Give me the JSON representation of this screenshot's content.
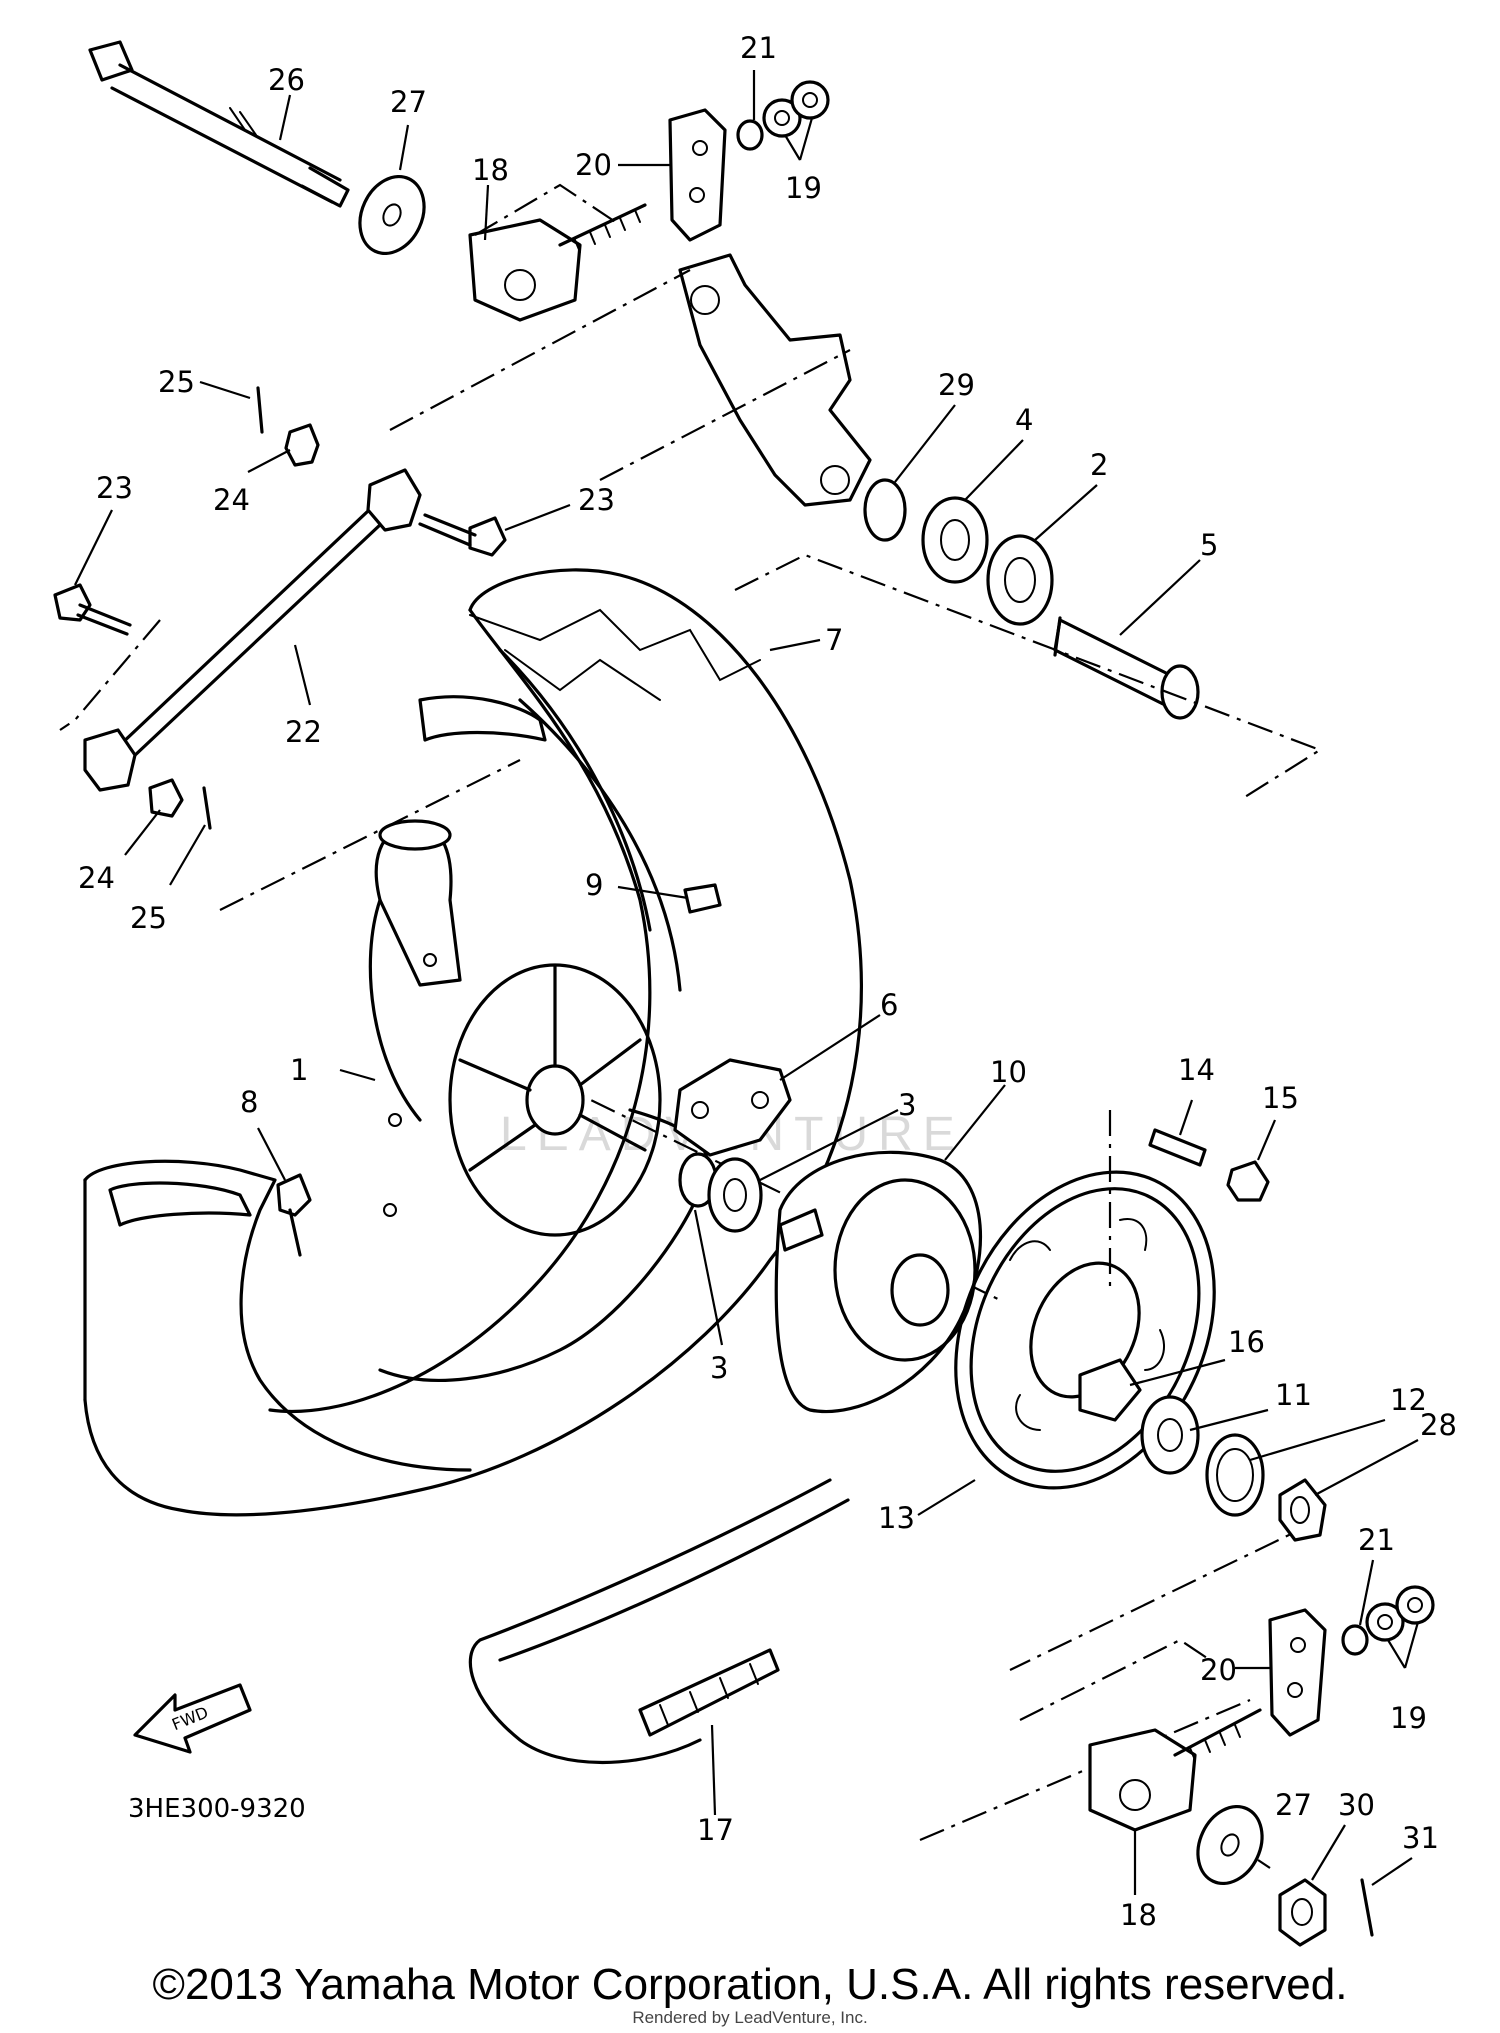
{
  "diagram": {
    "part_code": "3HE300-9320",
    "fwd_label": "FWD",
    "watermark": "LEADVENTURE",
    "callouts": [
      "26",
      "27",
      "18",
      "20",
      "21",
      "19",
      "25",
      "24",
      "23",
      "23",
      "29",
      "4",
      "2",
      "5",
      "7",
      "22",
      "24",
      "25",
      "9",
      "1",
      "6",
      "3",
      "10",
      "14",
      "15",
      "8",
      "3",
      "16",
      "11",
      "12",
      "28",
      "13",
      "21",
      "20",
      "19",
      "17",
      "27",
      "30",
      "31",
      "18"
    ]
  },
  "footer": {
    "copyright": "©2013 Yamaha Motor Corporation, U.S.A. All rights reserved.",
    "rendered_by": "Rendered by LeadVenture, Inc."
  }
}
